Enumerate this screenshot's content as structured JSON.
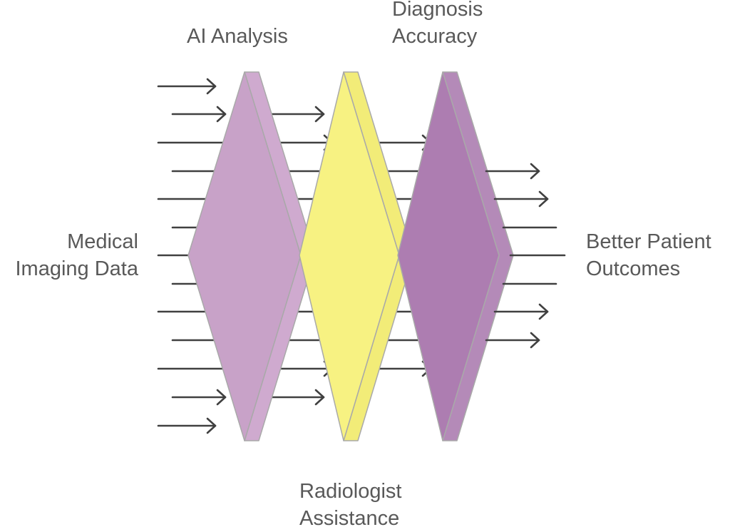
{
  "labels": {
    "input": {
      "line1": "Medical",
      "line2": "Imaging Data"
    },
    "stage1": {
      "line1": "AI Analysis"
    },
    "stage2": {
      "line1": "Radiologist",
      "line2": "Assistance"
    },
    "stage3": {
      "line1": "Diagnosis",
      "line2": "Accuracy"
    },
    "output": {
      "line1": "Better Patient",
      "line2": "Outcomes"
    }
  },
  "colors": {
    "stage1_fill": "#c8a2c8",
    "stage1_side": "#cfaacf",
    "stage2_fill": "#f7f282",
    "stage2_side": "#f2ec78",
    "stage3_fill": "#ad7db1",
    "stage3_side": "#b48ab8",
    "outline": "#a9a9a9",
    "arrow": "#404040",
    "text": "#595959"
  }
}
